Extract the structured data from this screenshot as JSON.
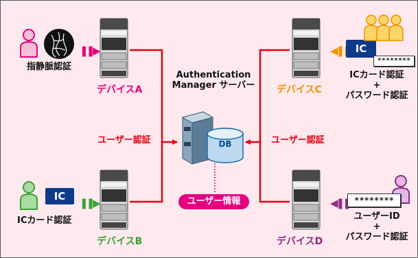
{
  "server": {
    "title_line1": "Authentication",
    "title_line2": "Manager サーバー",
    "db_label": "DB",
    "user_info_label": "ユーザー情報"
  },
  "devices": {
    "a": {
      "name": "デバイスA",
      "auth_label": "指静脈認証",
      "color": "#e5007f"
    },
    "b": {
      "name": "デバイスB",
      "auth_label": "ICカード認証",
      "ic_label": "IC",
      "color": "#3aa335"
    },
    "c": {
      "name": "デバイスC",
      "auth_line1": "ICカード認証",
      "auth_plus": "+",
      "auth_line2": "パスワード認証",
      "ic_label": "IC",
      "password_mask": "********",
      "color": "#f39200"
    },
    "d": {
      "name": "デバイスD",
      "auth_line1": "ユーザーID",
      "auth_plus": "+",
      "auth_line2": "パスワード認証",
      "password_mask": "********",
      "color": "#8f2b83"
    }
  },
  "user_auth_left": "ユーザー認証",
  "user_auth_right": "ユーザー認証",
  "colors": {
    "line": "#e60012",
    "background": "#fde9ee",
    "ic_badge": "#0f3a8c"
  }
}
